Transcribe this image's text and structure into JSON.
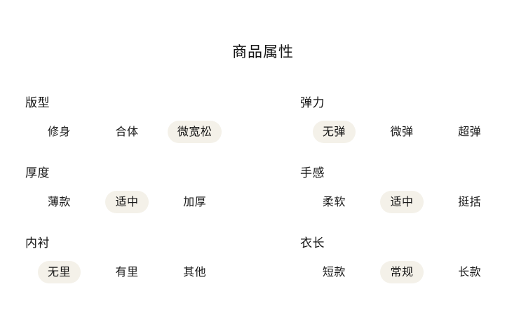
{
  "title": "商品属性",
  "colors": {
    "page_background": "#ffffff",
    "text": "#141414",
    "selected_pill_background": "#f4f1e9"
  },
  "attributes": [
    {
      "label": "版型",
      "column": "left",
      "options": [
        {
          "label": "修身",
          "selected": false
        },
        {
          "label": "合体",
          "selected": false
        },
        {
          "label": "微宽松",
          "selected": true
        }
      ]
    },
    {
      "label": "弹力",
      "column": "right",
      "options": [
        {
          "label": "无弹",
          "selected": true
        },
        {
          "label": "微弹",
          "selected": false
        },
        {
          "label": "超弹",
          "selected": false
        }
      ]
    },
    {
      "label": "厚度",
      "column": "left",
      "options": [
        {
          "label": "薄款",
          "selected": false
        },
        {
          "label": "适中",
          "selected": true
        },
        {
          "label": "加厚",
          "selected": false
        }
      ]
    },
    {
      "label": "手感",
      "column": "right",
      "options": [
        {
          "label": "柔软",
          "selected": false
        },
        {
          "label": "适中",
          "selected": true
        },
        {
          "label": "挺括",
          "selected": false
        }
      ]
    },
    {
      "label": "内衬",
      "column": "left",
      "options": [
        {
          "label": "无里",
          "selected": true
        },
        {
          "label": "有里",
          "selected": false
        },
        {
          "label": "其他",
          "selected": false
        }
      ]
    },
    {
      "label": "衣长",
      "column": "right",
      "options": [
        {
          "label": "短款",
          "selected": false
        },
        {
          "label": "常规",
          "selected": true
        },
        {
          "label": "长款",
          "selected": false
        }
      ]
    }
  ]
}
